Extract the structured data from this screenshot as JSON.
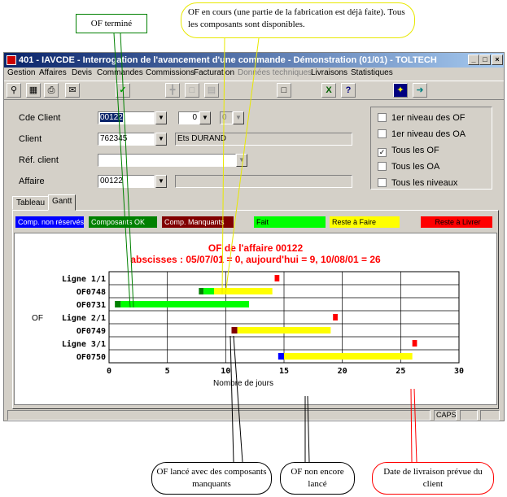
{
  "callouts": {
    "of_termine": "OF terminé",
    "of_en_cours": "OF en cours (une partie de la fabrication est déjà faite). Tous les composants sont disponibles.",
    "of_lance_manquants": "OF lancé avec des composants manquants",
    "of_non_lance": "OF non encore lancé",
    "date_livraison": "Date de livraison prévue du client"
  },
  "window": {
    "title": "401 - IAVCDE - Interrogation de l'avancement d'une commande - Démonstration (01/01) - TOLTECH",
    "min": "_",
    "max": "□",
    "close": "×"
  },
  "menu": [
    "Gestion",
    "Affaires",
    "Devis",
    "Commandes",
    "Commissions",
    "Facturation",
    "Données techniques",
    "Livraisons",
    "Statistiques"
  ],
  "toolbar": {
    "icons": [
      "zoom-icon",
      "calculator-icon",
      "print-icon",
      "mail-icon",
      "check-icon",
      "grid-icon",
      "page-icon",
      "table-icon",
      "document-icon",
      "excel-icon",
      "help-icon",
      "magic-icon",
      "exit-icon"
    ]
  },
  "form": {
    "cde_client_label": "Cde Client",
    "cde_client_value": "00122",
    "cde_num2": "0",
    "cde_num3": "0",
    "client_label": "Client",
    "client_value": "762345",
    "client_name": "Ets DURAND",
    "ref_client_label": "Réf. client",
    "ref_client_value": "",
    "affaire_label": "Affaire",
    "affaire_value": "00122"
  },
  "options": [
    {
      "label": "1er niveau des OF",
      "checked": false
    },
    {
      "label": "1er niveau des OA",
      "checked": false
    },
    {
      "label": "Tous les OF",
      "checked": true
    },
    {
      "label": "Tous les OA",
      "checked": false
    },
    {
      "label": "Tous les niveaux",
      "checked": false
    }
  ],
  "tabs": [
    "Tableau",
    "Gantt"
  ],
  "legend": [
    {
      "label": "Comp. non réservés",
      "bg": "#0000ff",
      "fg": "#ffffff"
    },
    {
      "label": "Composants OK",
      "bg": "#008000",
      "fg": "#ffffff"
    },
    {
      "label": "Comp. Manquants",
      "bg": "#800000",
      "fg": "#ffffff"
    },
    {
      "label": "Fait",
      "bg": "#00ff00",
      "fg": "#000000"
    },
    {
      "label": "Reste à Faire",
      "bg": "#ffff00",
      "fg": "#000000"
    },
    {
      "label": "Reste à Livrer",
      "bg": "#ff0000",
      "fg": "#000000"
    }
  ],
  "status": {
    "caps": "CAPS"
  },
  "chart_data": {
    "type": "gantt",
    "title": "OF de l'affaire 00122",
    "subtitle": "abscisses : 05/07/01 = 0, aujourd'hui = 9, 10/08/01 = 26",
    "xlabel": "Nombre de jours",
    "ylabel": "OF",
    "xlim": [
      0,
      30
    ],
    "xticks": [
      0,
      5,
      10,
      15,
      20,
      25,
      30
    ],
    "rows": [
      "Ligne 1/1",
      "OF0748",
      "OF0731",
      "Ligne 2/1",
      "OF0749",
      "Ligne 3/1",
      "OF0750"
    ],
    "segments": [
      {
        "row": "Ligne 1/1",
        "kind": "Reste à Livrer",
        "start": 14.2,
        "end": 14.6,
        "color": "#ff0000"
      },
      {
        "row": "OF0748",
        "kind": "Composants OK",
        "start": 7.7,
        "end": 8.1,
        "color": "#008000"
      },
      {
        "row": "OF0748",
        "kind": "Fait",
        "start": 8.1,
        "end": 9.0,
        "color": "#00ff00"
      },
      {
        "row": "OF0748",
        "kind": "Reste à Faire",
        "start": 9.0,
        "end": 14.0,
        "color": "#ffff00"
      },
      {
        "row": "OF0731",
        "kind": "Composants OK",
        "start": 0.5,
        "end": 1.0,
        "color": "#008000"
      },
      {
        "row": "OF0731",
        "kind": "Fait",
        "start": 1.0,
        "end": 12.0,
        "color": "#00ff00"
      },
      {
        "row": "Ligne 2/1",
        "kind": "Reste à Livrer",
        "start": 19.2,
        "end": 19.6,
        "color": "#ff0000"
      },
      {
        "row": "OF0749",
        "kind": "Comp. Manquants",
        "start": 10.5,
        "end": 11.0,
        "color": "#800000"
      },
      {
        "row": "OF0749",
        "kind": "Reste à Faire",
        "start": 11.0,
        "end": 19.0,
        "color": "#ffff00"
      },
      {
        "row": "Ligne 3/1",
        "kind": "Reste à Livrer",
        "start": 26.0,
        "end": 26.4,
        "color": "#ff0000"
      },
      {
        "row": "OF0750",
        "kind": "Comp. non réservés",
        "start": 14.5,
        "end": 15.0,
        "color": "#0000ff"
      },
      {
        "row": "OF0750",
        "kind": "Reste à Faire",
        "start": 15.0,
        "end": 26.0,
        "color": "#ffff00"
      }
    ]
  }
}
